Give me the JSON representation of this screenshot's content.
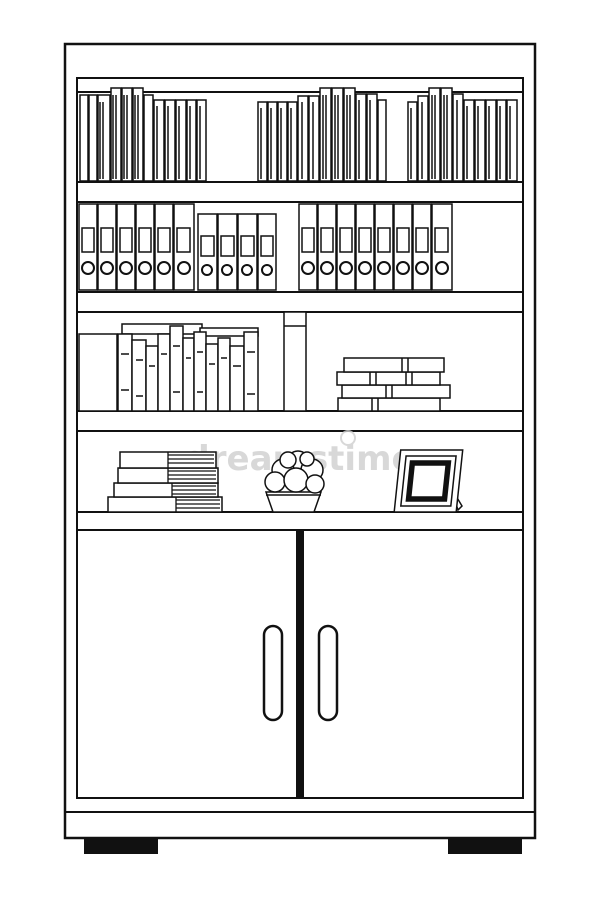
{
  "illustration": {
    "subject": "bookcase-cabinet",
    "style": "black-and-white line art",
    "line_color": "#111111",
    "fill_color": "#ffffff"
  },
  "watermark": {
    "text": "dreamstime",
    "color": "#cfcfcf"
  }
}
